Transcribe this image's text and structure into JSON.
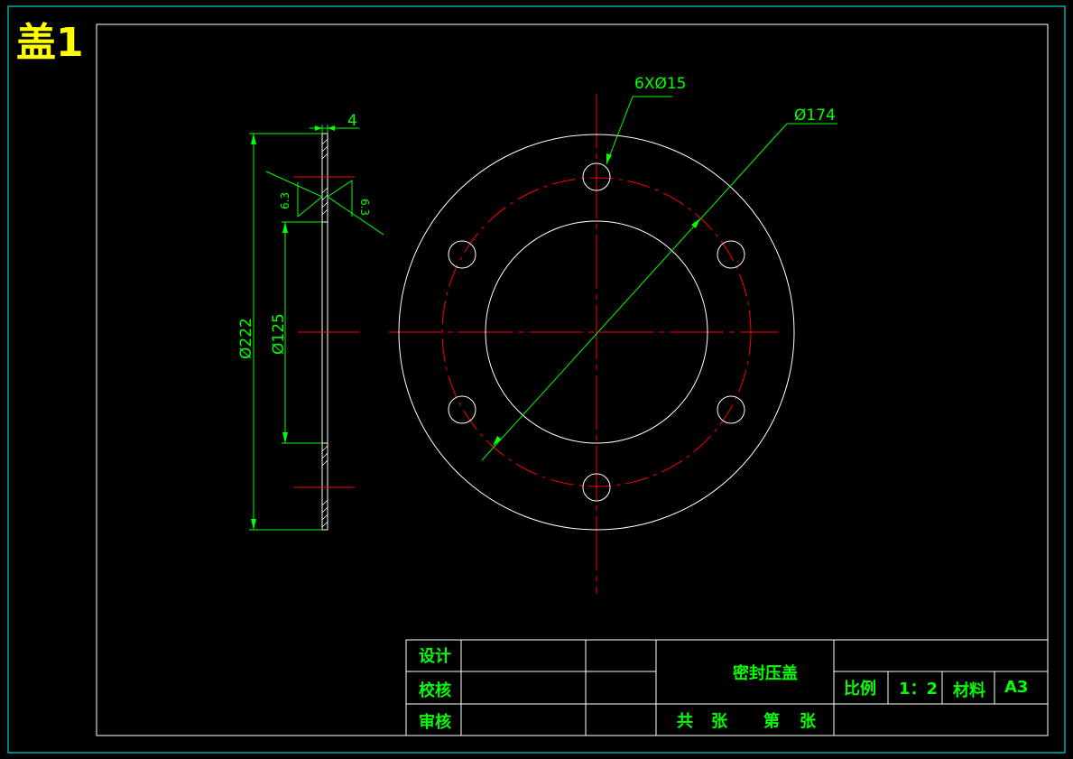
{
  "page_title": "盖1",
  "drawing": {
    "part_name": "密封压盖",
    "dimensions": {
      "holes": "6XØ15",
      "bolt_circle": "Ø174",
      "thickness": "4",
      "outer_diameter": "Ø222",
      "inner_diameter": "Ø125",
      "roughness_left": "6.3",
      "roughness_right": "6.3"
    }
  },
  "title_block": {
    "design_label": "设计",
    "check_label": "校核",
    "review_label": "审核",
    "scale_label": "比例",
    "scale_value": "1：2",
    "material_label": "材料",
    "material_value": "A3",
    "total_sheets": "共",
    "sheets_unit": "张",
    "sheet_no": "第",
    "sheet_unit": "张"
  },
  "colors": {
    "background": "#000000",
    "border": "#00ffff",
    "frame": "#ffffff",
    "centerline": "#ff0000",
    "dimension": "#00ff00",
    "title": "#ffff00",
    "table_text": "#00ff00"
  }
}
